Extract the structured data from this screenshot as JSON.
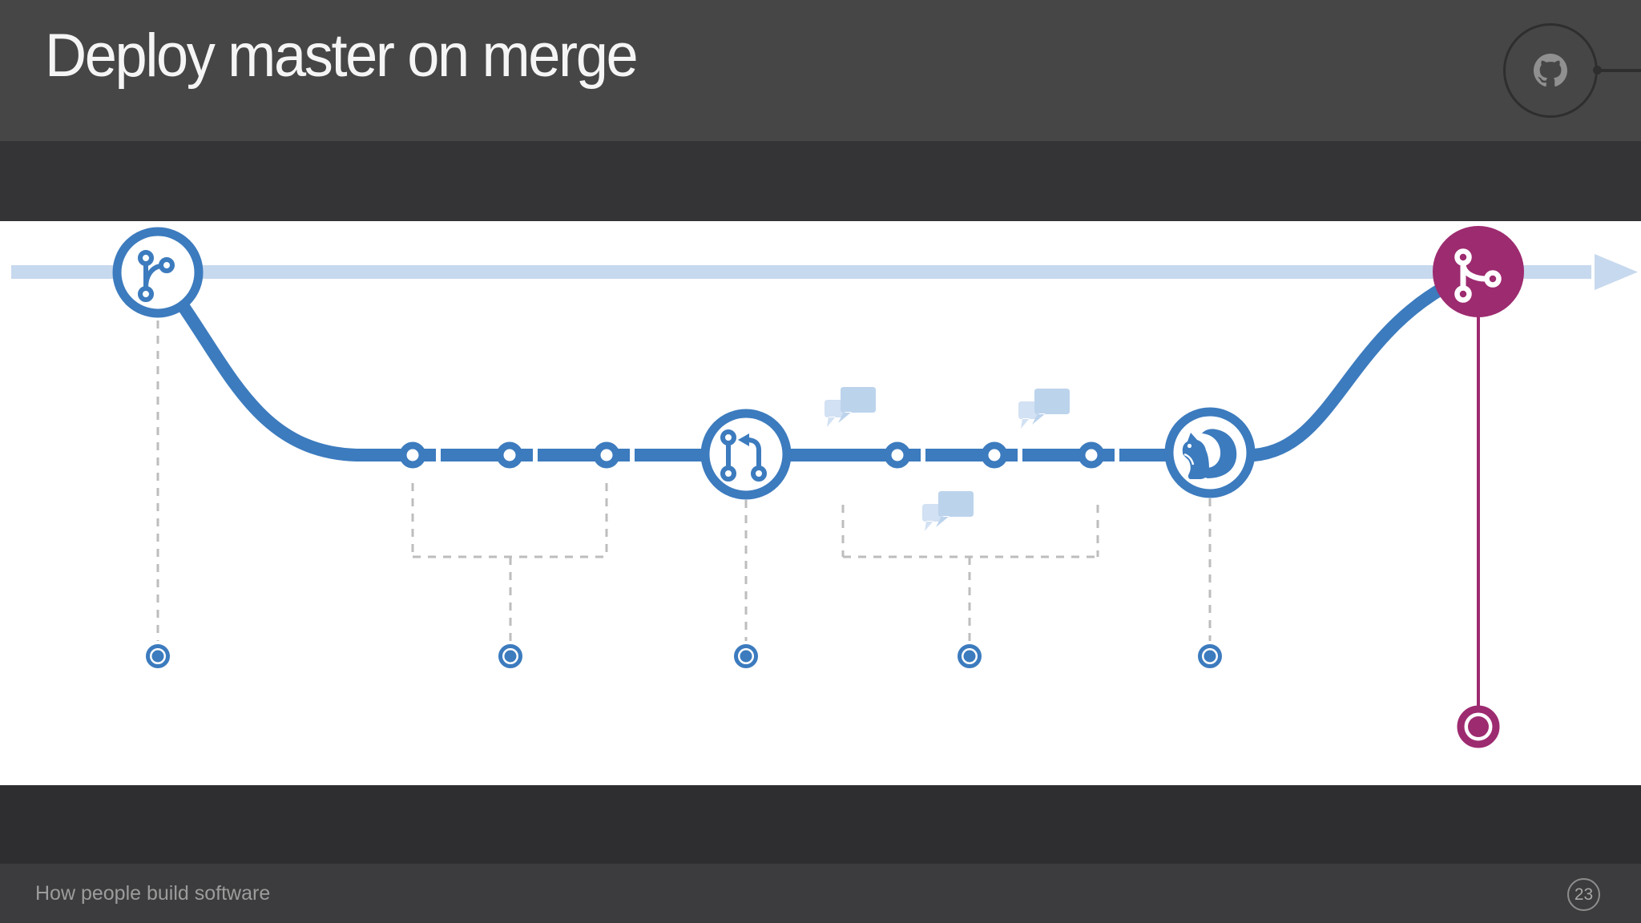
{
  "slide": {
    "title": "Deploy master on merge",
    "footer": {
      "text": "How people build software",
      "page_number": "23"
    },
    "brand_icon": "github-octocat"
  },
  "colors": {
    "header_bg": "#464646",
    "subheader_bg": "#343436",
    "canvas_bg": "#ffffff",
    "footer_upper_bg": "#2e2e30",
    "footer_bg": "#3c3c3e",
    "footer_text": "#9c9c9c",
    "title_text": "#f5f5f5",
    "branch_blue": "#3c7bbe",
    "master_light_blue": "#c7d9ee",
    "bubble_front": "#bcd3ec",
    "bubble_back": "#d2e1f3",
    "merge_magenta": "#9d2b70",
    "dash_gray": "#bdbdbd",
    "octocat_gray": "#909090",
    "badge_ring": "#2e2e2e",
    "page_badge_ring": "#8d8d8d",
    "page_badge_text": "#a6a6a6"
  },
  "diagram": {
    "description": "Git flow timeline: branch off master, three commits, pull request opened, review comment bubbles, three more commits, ship-it squirrel approval, merge back into master, deploy",
    "master_branch": {
      "style": "light blue band with right arrowhead",
      "color": "#c7d9ee"
    },
    "feature_branch": {
      "color": "#3c7bbe",
      "commits_before_pull_request": 3,
      "commits_after_pull_request": 3
    },
    "comment_bubble_groups": 3,
    "timeline_dots": 5,
    "nodes": [
      {
        "id": "branch-start",
        "icon": "git-branch-icon",
        "shape": "white circle, blue ring"
      },
      {
        "id": "commit-1",
        "icon": "commit-ring"
      },
      {
        "id": "commit-2",
        "icon": "commit-ring"
      },
      {
        "id": "commit-3",
        "icon": "commit-ring"
      },
      {
        "id": "pull-request",
        "icon": "git-pull-request-icon",
        "shape": "white circle, blue ring"
      },
      {
        "id": "commit-4",
        "icon": "commit-ring"
      },
      {
        "id": "commit-5",
        "icon": "commit-ring"
      },
      {
        "id": "commit-6",
        "icon": "commit-ring"
      },
      {
        "id": "ship-it",
        "icon": "squirrel-icon",
        "shape": "white circle, blue ring"
      },
      {
        "id": "merge",
        "icon": "git-merge-icon",
        "shape": "solid magenta circle"
      },
      {
        "id": "deploy",
        "icon": "deploy-target-ring",
        "shape": "magenta ring with filled center"
      }
    ]
  }
}
